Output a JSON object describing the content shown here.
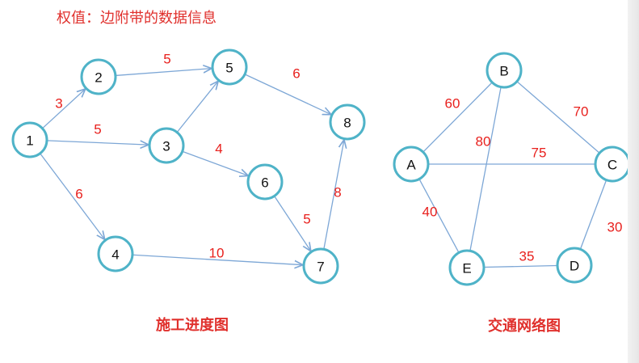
{
  "header": {
    "title": "权值：边附带的数据信息"
  },
  "captions": {
    "left": "施工进度图",
    "right": "交通网络图"
  },
  "colors": {
    "node_stroke": "#4fb3c8",
    "edge": "#7da7d6",
    "weight": "#e8201d",
    "text": "#111111"
  },
  "project_graph": {
    "directed": true,
    "nodes": [
      {
        "id": "1",
        "label": "1"
      },
      {
        "id": "2",
        "label": "2"
      },
      {
        "id": "3",
        "label": "3"
      },
      {
        "id": "4",
        "label": "4"
      },
      {
        "id": "5",
        "label": "5"
      },
      {
        "id": "6",
        "label": "6"
      },
      {
        "id": "7",
        "label": "7"
      },
      {
        "id": "8",
        "label": "8"
      }
    ],
    "edges": [
      {
        "from": "1",
        "to": "2",
        "weight": "3"
      },
      {
        "from": "1",
        "to": "3",
        "weight": "5"
      },
      {
        "from": "1",
        "to": "4",
        "weight": "6"
      },
      {
        "from": "2",
        "to": "5",
        "weight": "5"
      },
      {
        "from": "3",
        "to": "5",
        "weight": ""
      },
      {
        "from": "3",
        "to": "6",
        "weight": "4"
      },
      {
        "from": "5",
        "to": "8",
        "weight": "6"
      },
      {
        "from": "6",
        "to": "7",
        "weight": "5"
      },
      {
        "from": "4",
        "to": "7",
        "weight": "10"
      },
      {
        "from": "7",
        "to": "8",
        "weight": "8"
      }
    ]
  },
  "traffic_graph": {
    "directed": false,
    "nodes": [
      {
        "id": "A",
        "label": "A"
      },
      {
        "id": "B",
        "label": "B"
      },
      {
        "id": "C",
        "label": "C"
      },
      {
        "id": "D",
        "label": "D"
      },
      {
        "id": "E",
        "label": "E"
      }
    ],
    "edges": [
      {
        "from": "A",
        "to": "B",
        "weight": "60"
      },
      {
        "from": "B",
        "to": "C",
        "weight": "70"
      },
      {
        "from": "A",
        "to": "C",
        "weight": "75"
      },
      {
        "from": "B",
        "to": "E",
        "weight": "80"
      },
      {
        "from": "A",
        "to": "E",
        "weight": "40"
      },
      {
        "from": "C",
        "to": "D",
        "weight": "30"
      },
      {
        "from": "E",
        "to": "D",
        "weight": "35"
      }
    ]
  }
}
